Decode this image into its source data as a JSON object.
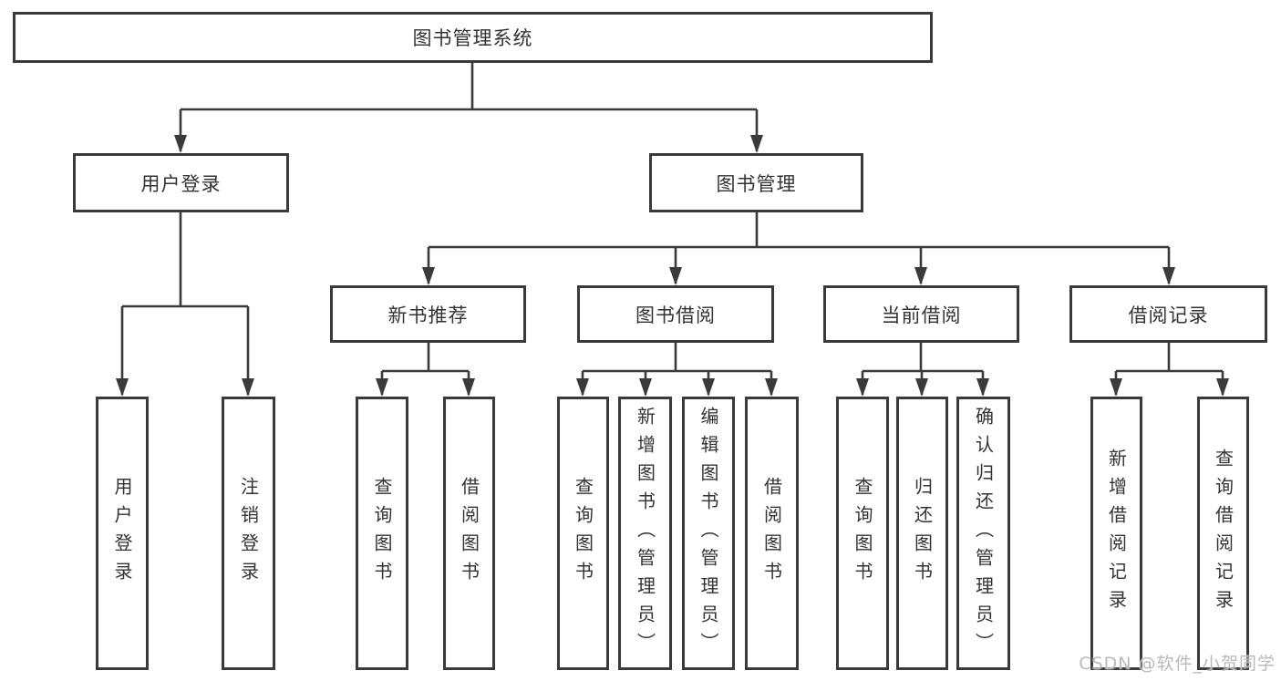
{
  "tree": {
    "root": {
      "label": "图书管理系统"
    },
    "branches": [
      {
        "label": "用户登录",
        "children": [
          {
            "label": "用户登录"
          },
          {
            "label": "注销登录"
          }
        ]
      },
      {
        "label": "图书管理",
        "children": [
          {
            "label": "新书推荐",
            "children": [
              {
                "label": "查询图书"
              },
              {
                "label": "借阅图书"
              }
            ]
          },
          {
            "label": "图书借阅",
            "children": [
              {
                "label": "查询图书"
              },
              {
                "label": "新增图书（管理员）"
              },
              {
                "label": "编辑图书（管理员）"
              },
              {
                "label": "借阅图书"
              }
            ]
          },
          {
            "label": "当前借阅",
            "children": [
              {
                "label": "查询图书"
              },
              {
                "label": "归还图书"
              },
              {
                "label": "确认归还（管理员）"
              }
            ]
          },
          {
            "label": "借阅记录",
            "children": [
              {
                "label": "新增借阅记录"
              },
              {
                "label": "查询借阅记录"
              }
            ]
          }
        ]
      }
    ]
  },
  "watermark": "CSDN @软件_小贺同学",
  "colors": {
    "line": "#3a3a3a",
    "text": "#333333",
    "watermark": "#b9b9b9",
    "background": "#ffffff"
  }
}
